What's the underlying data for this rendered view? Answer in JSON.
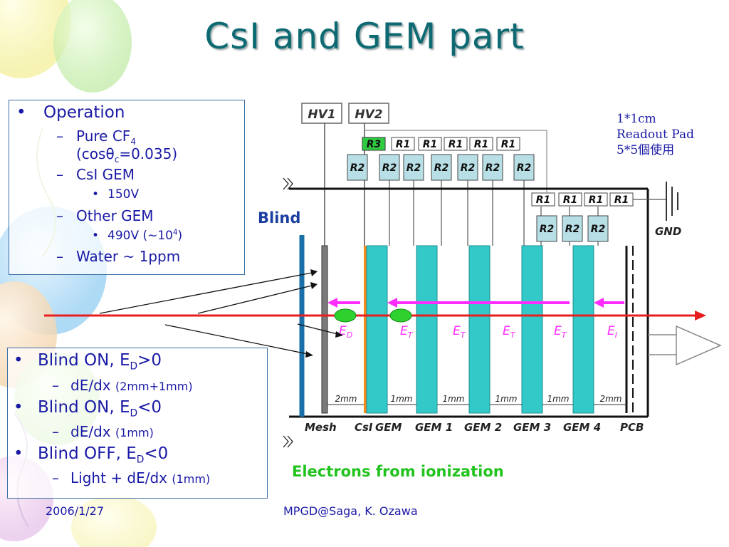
{
  "title": "CsI and GEM part",
  "operation_box": {
    "heading": "Operation",
    "items": {
      "gas_prefix": "Pure CF",
      "gas_sub": "4",
      "cos_open": "(cosθ",
      "cos_sub": "c",
      "cos_val": "=0.035)",
      "csi_gem": "CsI GEM",
      "csi_voltage": "150V",
      "other_gem": "Other GEM",
      "other_voltage_prefix": "490V (~10",
      "other_voltage_sup": "4",
      "other_voltage_suffix": ")",
      "water": "Water ~ 1ppm"
    }
  },
  "blind_box": {
    "b1_prefix": "Blind ON, E",
    "b1_sub": "D",
    "b1_suffix": ">0",
    "b1_detail": "dE/dx",
    "b1_detail_small": "(2mm+1mm)",
    "b2_prefix": "Blind ON, E",
    "b2_sub": "D",
    "b2_suffix": "<0",
    "b2_detail": "dE/dx",
    "b2_detail_small": "(1mm)",
    "b3_prefix": "Blind OFF, E",
    "b3_sub": "D",
    "b3_suffix": "<0",
    "b3_detail": "Light + dE/dx",
    "b3_detail_small": "(1mm)"
  },
  "readout_note": {
    "line1": "1*1cm",
    "line2": "Readout Pad",
    "line3": "5*5個使用"
  },
  "labels": {
    "blind": "Blind",
    "electrons": "Electrons from ionization",
    "hv1": "HV1",
    "hv2": "HV2",
    "r3": "R3",
    "r1": "R1",
    "r2": "R2",
    "gnd": "GND",
    "ed": "E",
    "ed_sub": "D",
    "et": "E",
    "et_sub": "T",
    "ei": "E",
    "ei_sub": "I",
    "gap_2mm": "2mm",
    "gap_1mm": "1mm",
    "mesh": "Mesh",
    "csi": "CsI",
    "gem": "GEM",
    "gem1": "GEM 1",
    "gem2": "GEM 2",
    "gem3": "GEM 3",
    "gem4": "GEM 4",
    "pcb": "PCB"
  },
  "colors": {
    "title": "#0e6a72",
    "text": "#1a1aa6",
    "gem": "#33c9c9",
    "beam": "#e81e1e",
    "drift_arrow": "#ff2bff",
    "blind_bar": "#1a6fa8",
    "ionization": "#22c31e",
    "r3_highlight": "#2ecc40"
  },
  "footer": {
    "date": "2006/1/27",
    "credit": "MPGD@Saga, K. Ozawa"
  }
}
